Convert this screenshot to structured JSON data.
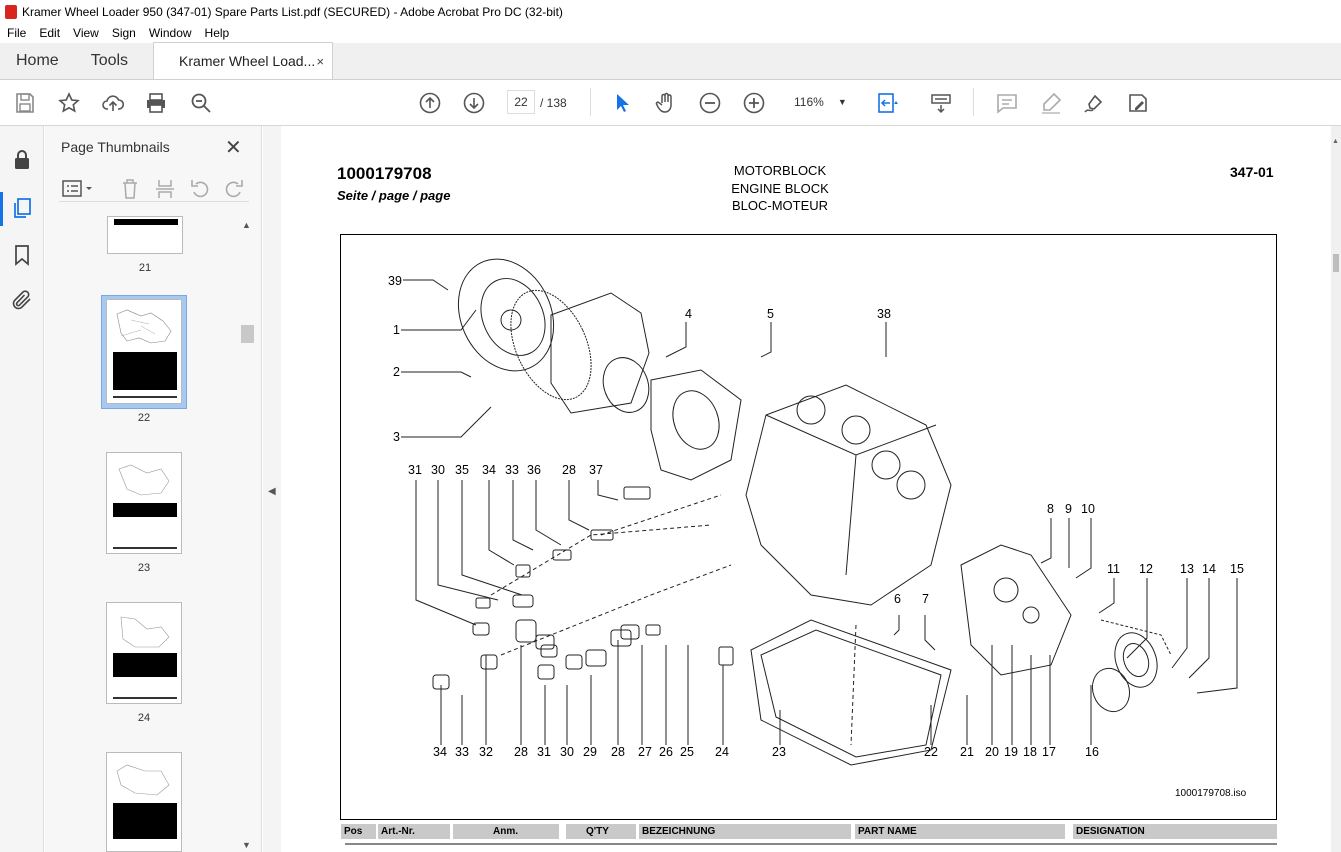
{
  "window": {
    "title": "Kramer Wheel Loader 950 (347-01) Spare Parts List.pdf (SECURED) - Adobe Acrobat Pro DC (32-bit)"
  },
  "menu": [
    "File",
    "Edit",
    "View",
    "Sign",
    "Window",
    "Help"
  ],
  "tabs": {
    "home": "Home",
    "tools": "Tools",
    "doc": "Kramer Wheel Load...",
    "close": "×"
  },
  "toolbar": {
    "page_current": "22",
    "page_total": "/  138",
    "zoom": "116%"
  },
  "thumbnails": {
    "title": "Page Thumbnails",
    "close": "✕",
    "pages": [
      "21",
      "22",
      "23",
      "24"
    ]
  },
  "document": {
    "number": "1000179708",
    "seite": "Seite / page / page",
    "title_de": "MOTORBLOCK",
    "title_en": "ENGINE BLOCK",
    "title_fr": "BLOC-MOTEUR",
    "code": "347-01",
    "iso_label": "1000179708.iso",
    "callouts": [
      "39",
      "1",
      "2",
      "3",
      "4",
      "5",
      "38",
      "31",
      "30",
      "35",
      "34",
      "33",
      "36",
      "28",
      "37",
      "8",
      "9",
      "10",
      "11",
      "12",
      "13",
      "14",
      "15",
      "6",
      "7",
      "34",
      "33",
      "32",
      "28",
      "31",
      "30",
      "29",
      "28",
      "27",
      "26",
      "25",
      "24",
      "23",
      "22",
      "21",
      "20",
      "19",
      "18",
      "17",
      "16"
    ],
    "table_headers": [
      "Pos",
      "Art.-Nr.",
      "Anm.",
      "Q'TY",
      "BEZEICHNUNG",
      "PART NAME",
      "DESIGNATION"
    ]
  },
  "colors": {
    "accent": "#1473e6",
    "pdf_red": "#d7261e"
  }
}
